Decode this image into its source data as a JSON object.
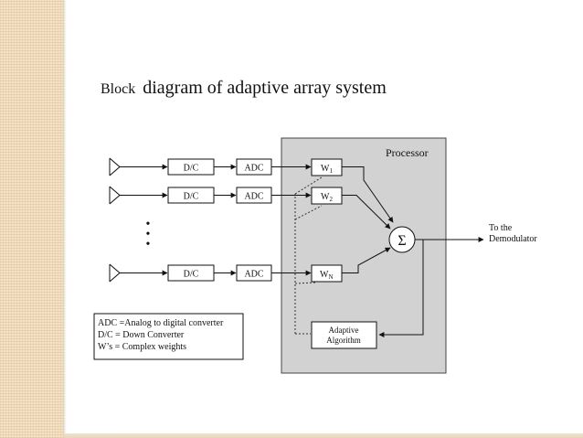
{
  "title": {
    "prefix": "Block",
    "main": "diagram of adaptive array system"
  },
  "diagram": {
    "processor_label": "Processor",
    "dc_label": "D/C",
    "adc_label": "ADC",
    "weights": [
      "W",
      "W",
      "W"
    ],
    "weight_subscripts": [
      "1",
      "2",
      "N"
    ],
    "summer_symbol": "Σ",
    "output_label": [
      "To the",
      "Demodulator"
    ],
    "algorithm_label": [
      "Adaptive",
      "Algorithm"
    ],
    "ellipsis": "•",
    "legend": [
      "ADC =Analog to digital converter",
      "D/C = Down Converter",
      "W’s = Complex weights"
    ]
  },
  "colors": {
    "processor_fill": "#d2d2d2",
    "strip_fill": "#f4e2c7",
    "line": "#111111"
  }
}
